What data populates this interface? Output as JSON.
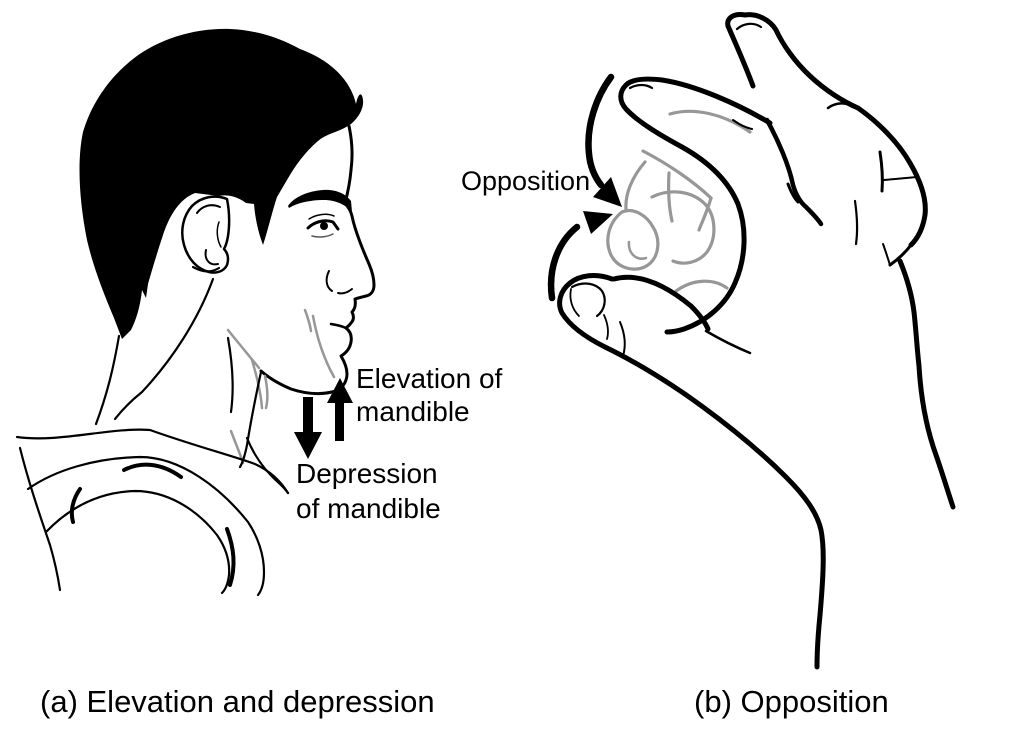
{
  "colors": {
    "ink": "#000000",
    "ghost": "#979797",
    "background": "#ffffff"
  },
  "panel_a": {
    "caption": "(a) Elevation and depression",
    "elevation_label": [
      "Elevation of",
      "mandible"
    ],
    "depression_label": [
      "Depression",
      "of mandible"
    ]
  },
  "panel_b": {
    "caption": "(b) Opposition",
    "opposition_label": "Opposition"
  }
}
